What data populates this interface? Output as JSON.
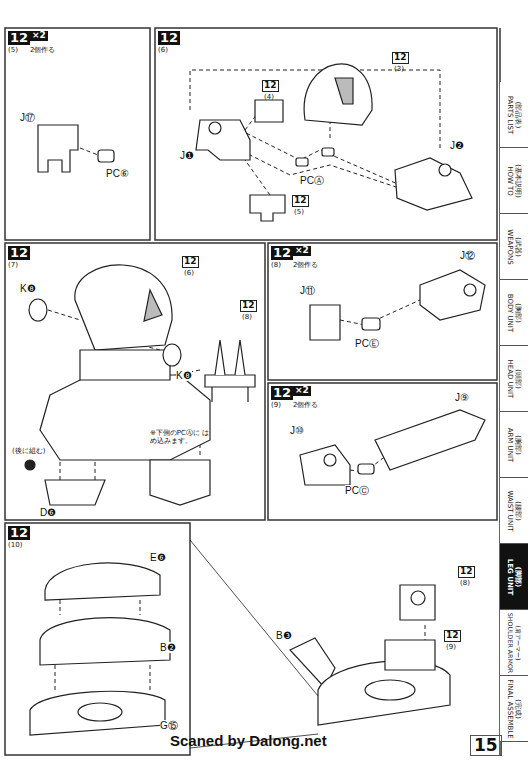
{
  "diagram": {
    "nodes": [
      {
        "text": [
          "(部品表)",
          "PARTS LIST"
        ]
      },
      {
        "text": [
          "(基本説明)",
          "HOW TO"
        ]
      },
      {
        "text": [
          "(武器)",
          "WEAPONS"
        ]
      },
      {
        "text": [
          "(胸部)",
          "BODY UNIT"
        ]
      },
      {
        "text": [
          "(頭部)",
          "HEAD UNIT"
        ]
      },
      {
        "text": [
          "(腕部)",
          "ARM UNIT"
        ]
      },
      {
        "text": [
          "(腰部)",
          "WAIST UNIT"
        ]
      },
      {
        "text": [
          "(脚部)",
          "LEG UNIT"
        ]
      },
      {
        "text": [
          "(肩アーマー)",
          "SHOULDER ARMOR"
        ]
      },
      {
        "text": [
          "(完成)",
          "FINAL ASSEMBLE"
        ]
      }
    ],
    "labels": [
      "12",
      "×2",
      "(5)",
      "2個作る",
      "J⑰",
      "PC⑥",
      "12",
      "(6)",
      "12",
      "(3)",
      "12",
      "(4)",
      "12",
      "(5)",
      "J❶",
      "PCⒶ",
      "J❷",
      "12",
      "(7)",
      "12",
      "(6)",
      "12",
      "(8)",
      "K❽",
      "K❽",
      "※下側のPCⒶに はめ込みます。",
      "(後に組む)",
      "D❻",
      "12",
      "×2",
      "(8)",
      "2個作る",
      "J⑪",
      "J⑫",
      "PCⒺ",
      "12",
      "×2",
      "(9)",
      "2個作る",
      "J⑨",
      "J⑩",
      "PCⒸ",
      "12",
      "(10)",
      "E❻",
      "B❷",
      "G⑮",
      "12",
      "(8)",
      "12",
      "(9)",
      "B❸",
      "Scaned by Dalong.net",
      "15"
    ]
  }
}
